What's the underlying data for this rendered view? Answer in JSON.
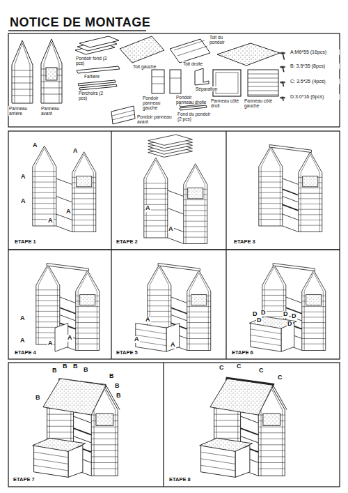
{
  "diagram": {
    "title": "NOTICE DE MONTAGE",
    "labels": [
      "Panneau arrière",
      "Panneau avant",
      "Pondoir fond (3 pcs)",
      "Faîtière",
      "Perchoirs (2 pcs)",
      "Toit gauche",
      "Toit droite",
      "Toit du pondoir",
      "Séparation",
      "Pondoir panneau gauche",
      "Pondoir panneau droite",
      "Fond du pondoir (2 pcs)",
      "Panneau côté droit",
      "Panneau côté gauche",
      "Pondoir panneau avant",
      "A:M6*55 (16pcs)",
      "B: 3.5*35 (8pcs)",
      "C: 3.5*25 (4pcs)",
      "D:3.0*16 (6pcs)",
      "ETAPE 1",
      "ETAPE 2",
      "ETAPE 3",
      "ETAPE 4",
      "ETAPE 5",
      "ETAPE 6",
      "ETAPE 7",
      "ETAPE 8",
      "A",
      "A",
      "A",
      "A",
      "A",
      "A",
      "A",
      "A",
      "A",
      "A",
      "A",
      "A",
      "A",
      "A",
      "A",
      "D",
      "D",
      "D",
      "D",
      "D",
      "D",
      "B",
      "B",
      "B",
      "B",
      "B",
      "B",
      "B",
      "B",
      "C",
      "C",
      "C",
      "C"
    ]
  }
}
